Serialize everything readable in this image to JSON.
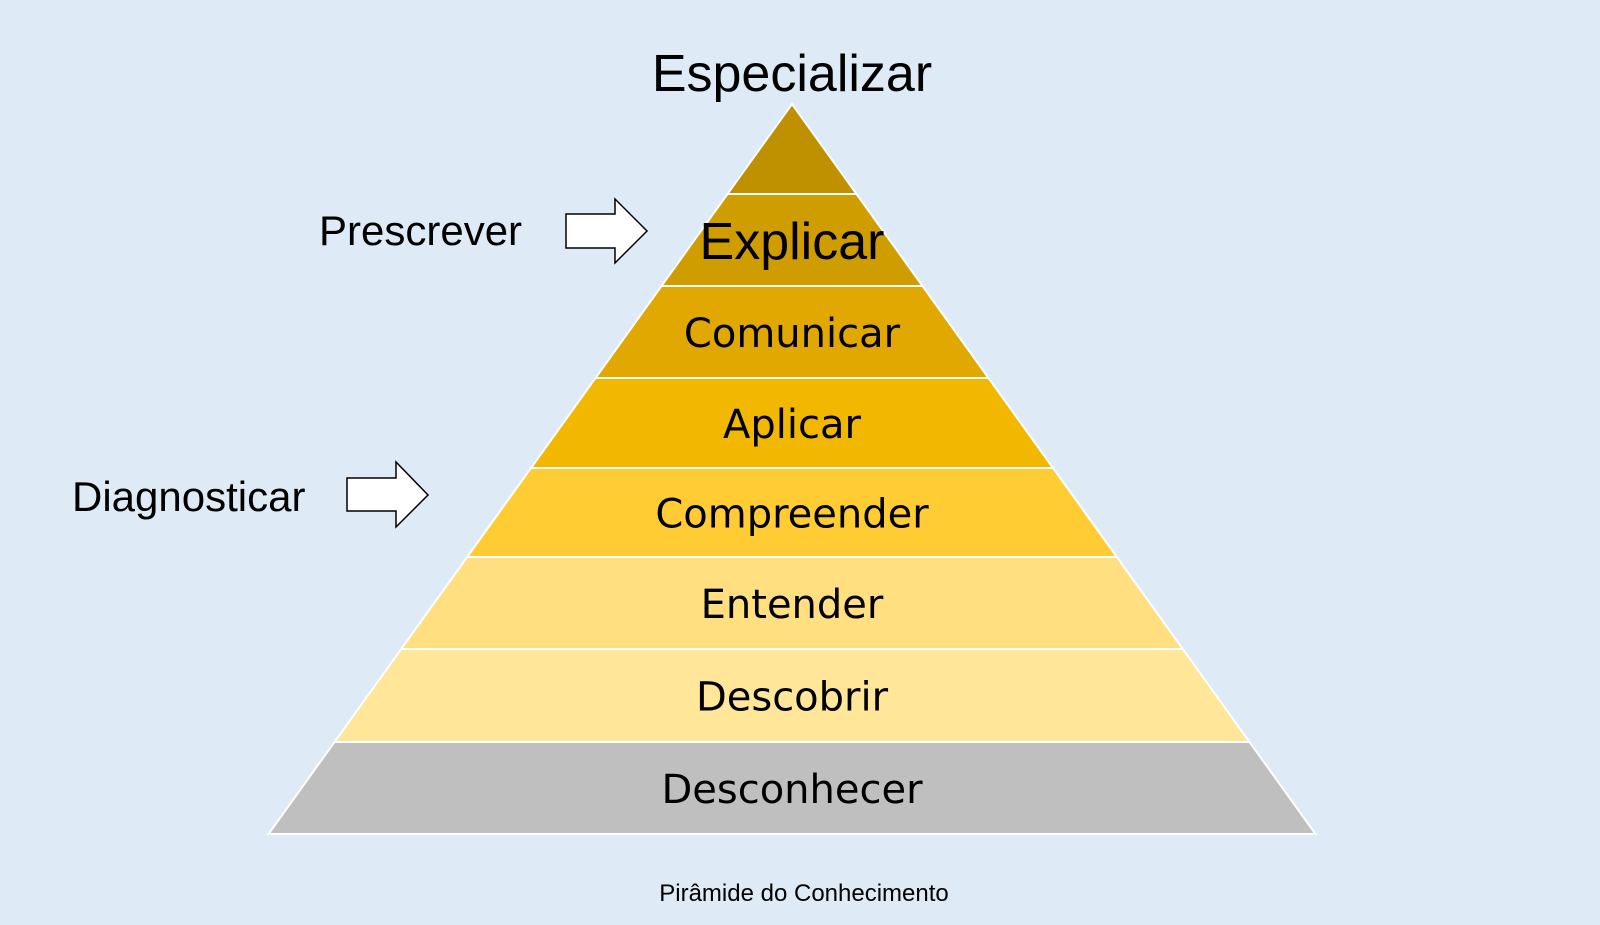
{
  "title": "Especializar",
  "caption": "Pirâmide do Conhecimento",
  "side_labels": {
    "prescribe": "Prescrever",
    "diagnose": "Diagnosticar"
  },
  "layers": [
    {
      "label": "",
      "color": "#BF9000"
    },
    {
      "label": "Explicar",
      "color": "#D09D00"
    },
    {
      "label": "Comunicar",
      "color": "#E0A800"
    },
    {
      "label": "Aplicar",
      "color": "#F2B700"
    },
    {
      "label": "Compreender",
      "color": "#FFCD33"
    },
    {
      "label": "Entender",
      "color": "#FFDF80"
    },
    {
      "label": "Descobrir",
      "color": "#FFE699"
    },
    {
      "label": "Desconhecer",
      "color": "#BFBFBF"
    }
  ],
  "background": "#DEEAF6"
}
